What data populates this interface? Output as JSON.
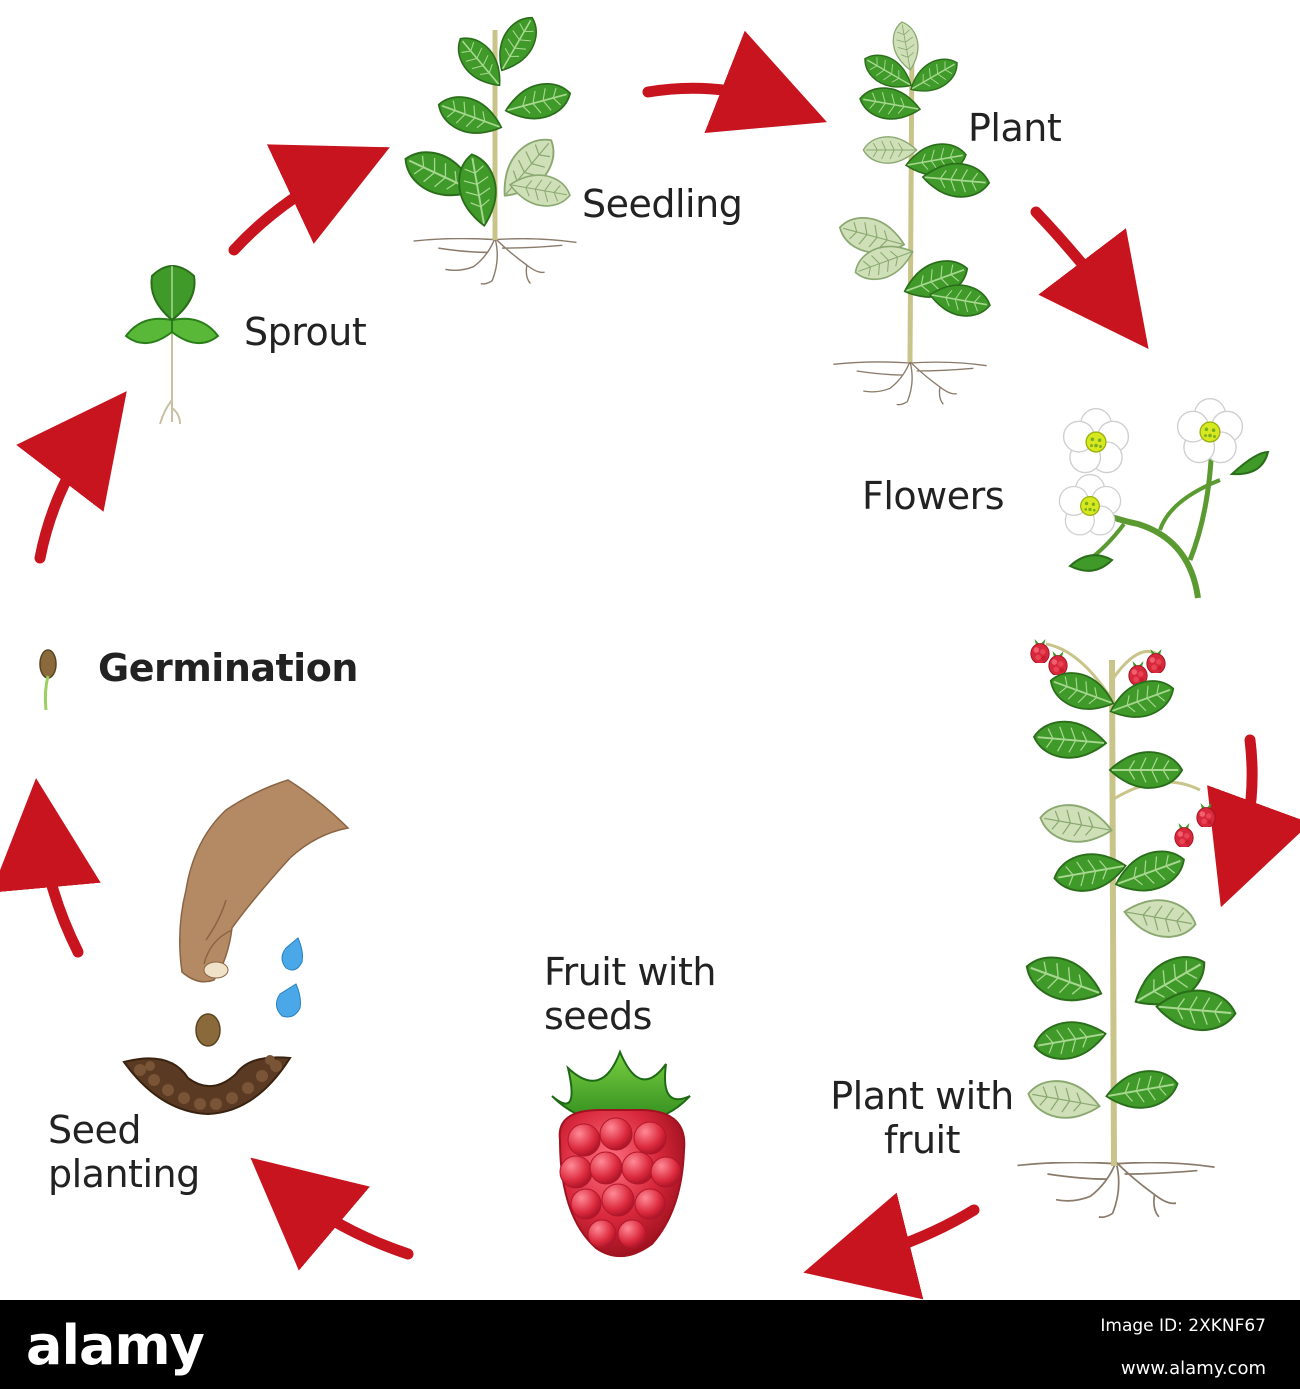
{
  "diagram": {
    "stages": [
      {
        "key": "seedling",
        "label": "Seedling"
      },
      {
        "key": "plant",
        "label": "Plant"
      },
      {
        "key": "flowers",
        "label": "Flowers"
      },
      {
        "key": "plant_with_fruit",
        "label": "Plant with fruit"
      },
      {
        "key": "fruit_with_seeds",
        "label": "Fruit with seeds"
      },
      {
        "key": "seed_planting",
        "label": "Seed planting"
      },
      {
        "key": "germination",
        "label": "Germination"
      },
      {
        "key": "sprout",
        "label": "Sprout"
      }
    ],
    "colors": {
      "arrow": "#c8141e",
      "leaf": "#3f9a2a",
      "leaf_dark": "#2e7a1e",
      "leaf_pale": "#c8dcb0",
      "stem": "#c9c48a",
      "root": "#8a7a6a",
      "fruit": "#d8283c",
      "fruit_light": "#f05062",
      "petal": "#ffffff",
      "flower_center": "#d8e820",
      "skin": "#b48a64",
      "soil": "#5a3a22",
      "water": "#4aa8e8",
      "seed": "#8a6a3a"
    }
  },
  "footer": {
    "brand": "alamy",
    "image_id_label": "Image ID: 2XKNF67",
    "image_id_big": "Image ID: 2XKNF67",
    "site": "www.alamy.com"
  }
}
